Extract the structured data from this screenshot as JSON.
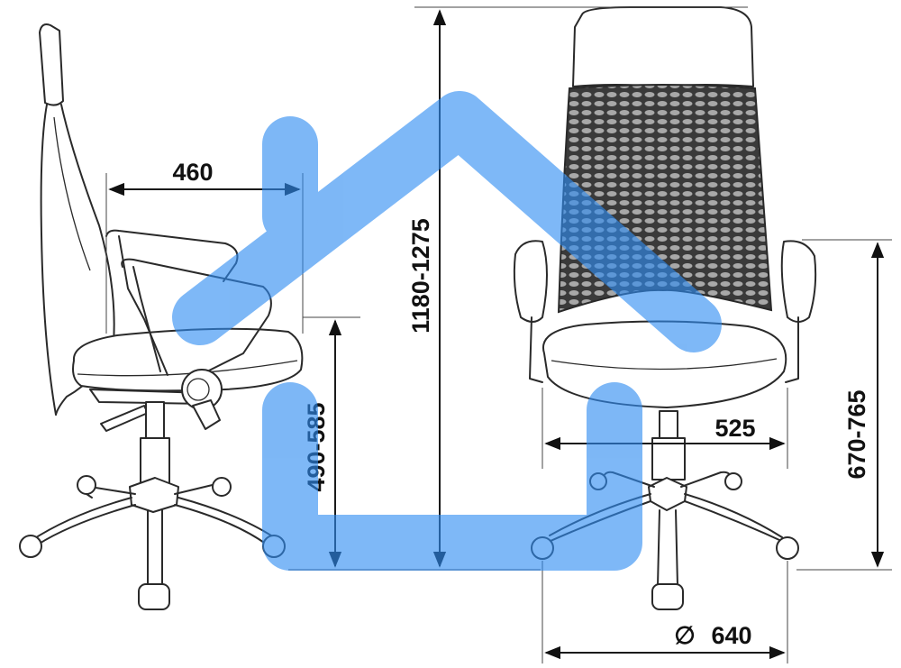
{
  "dimensions": {
    "seat_depth": "460",
    "overall_height": "1180-1275",
    "seat_height": "490-585",
    "seat_width": "525",
    "armrest_height": "670-765",
    "base_diameter": "640"
  },
  "diameter_symbol": "∅",
  "colors": {
    "line": "#2a2a2a",
    "watermark_blue": "#2f8cf2",
    "mesh_dark": "#3a3a3a"
  },
  "icons": {
    "watermark": "house-logo-icon"
  }
}
